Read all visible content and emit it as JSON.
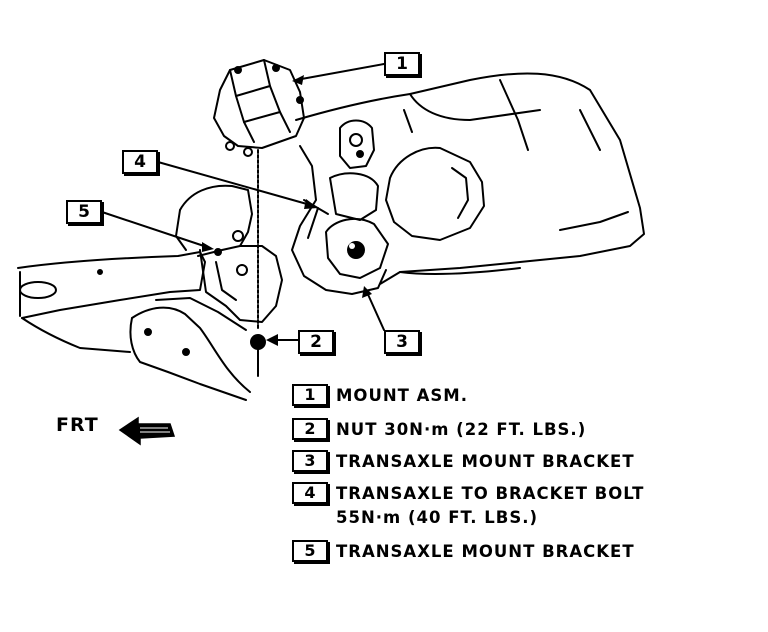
{
  "callouts": [
    "1",
    "2",
    "3",
    "4",
    "5"
  ],
  "legend": [
    {
      "number": "1",
      "text": "MOUNT ASM."
    },
    {
      "number": "2",
      "text": "NUT 30N·m (22 FT. LBS.)"
    },
    {
      "number": "3",
      "text": "TRANSAXLE MOUNT BRACKET"
    },
    {
      "number": "4",
      "text": "TRANSAXLE TO BRACKET BOLT\n55N·m (40 FT. LBS.)"
    },
    {
      "number": "5",
      "text": "TRANSAXLE MOUNT BRACKET"
    }
  ],
  "direction_label": "FRT",
  "direction_icon": "front-direction-arrow-icon"
}
